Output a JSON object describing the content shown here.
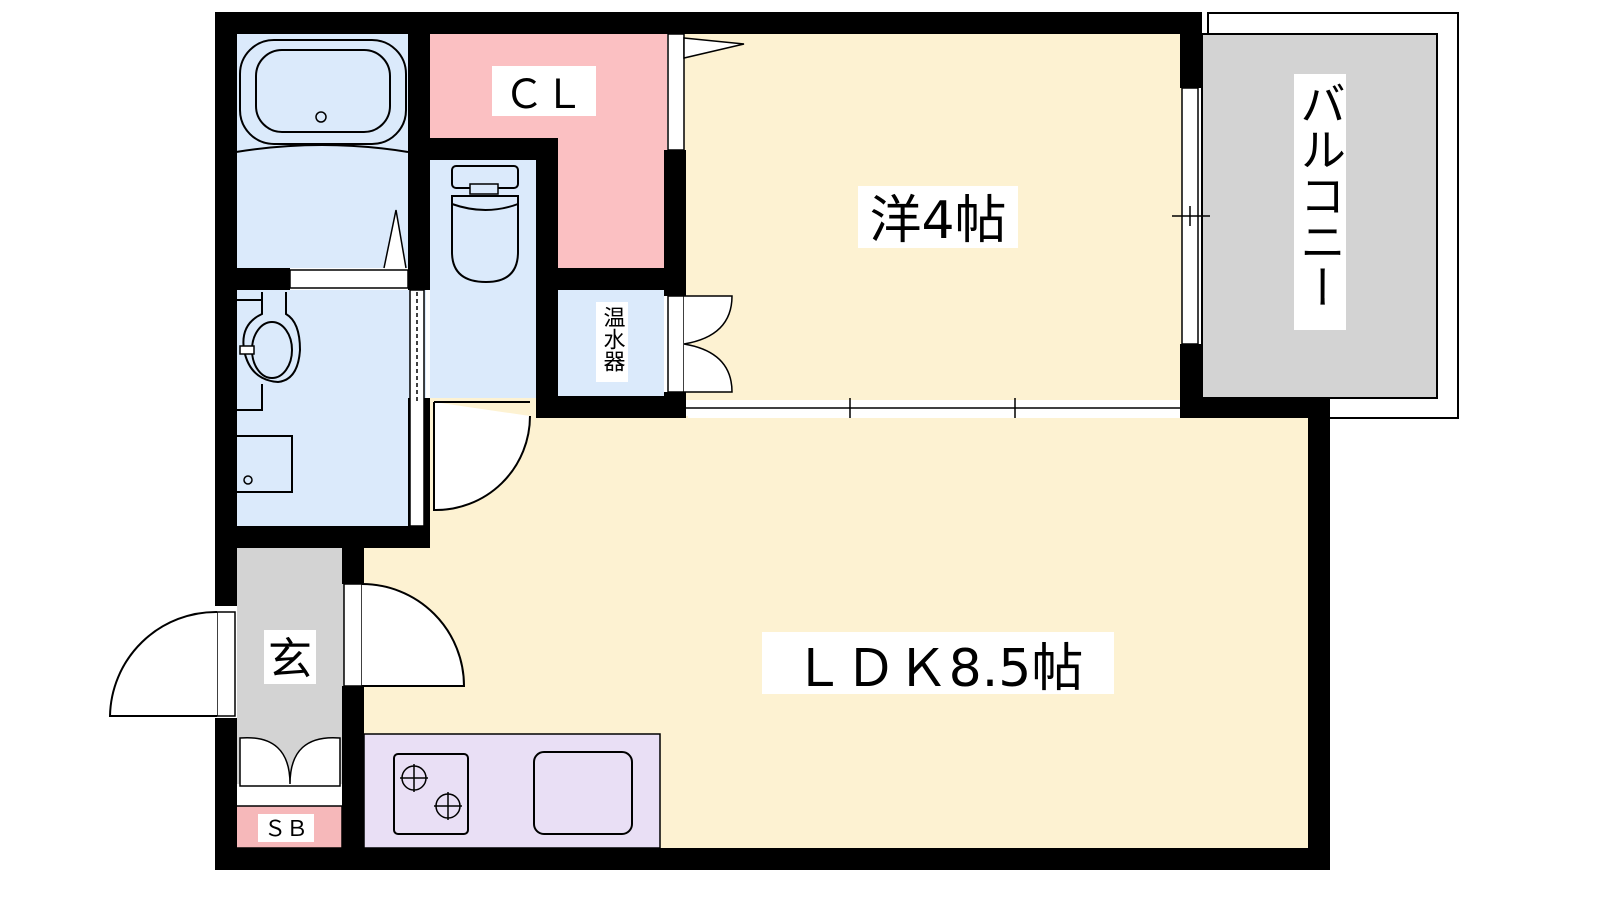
{
  "rooms": {
    "closet": "ＣＬ",
    "western_room": "洋4帖",
    "balcony": "バルコニー",
    "water_heater": "温水器",
    "entrance": "玄",
    "ldk": "ＬＤＫ8.5帖",
    "shoe_box": "ＳＢ"
  },
  "colors": {
    "wall": "#000000",
    "living": "#fdf2d2",
    "wet_area": "#dbeafb",
    "closet": "#fbc0c2",
    "balcony": "#d3d3d3",
    "kitchen": "#e9dff5",
    "shoe_box": "#f6b8ba"
  }
}
